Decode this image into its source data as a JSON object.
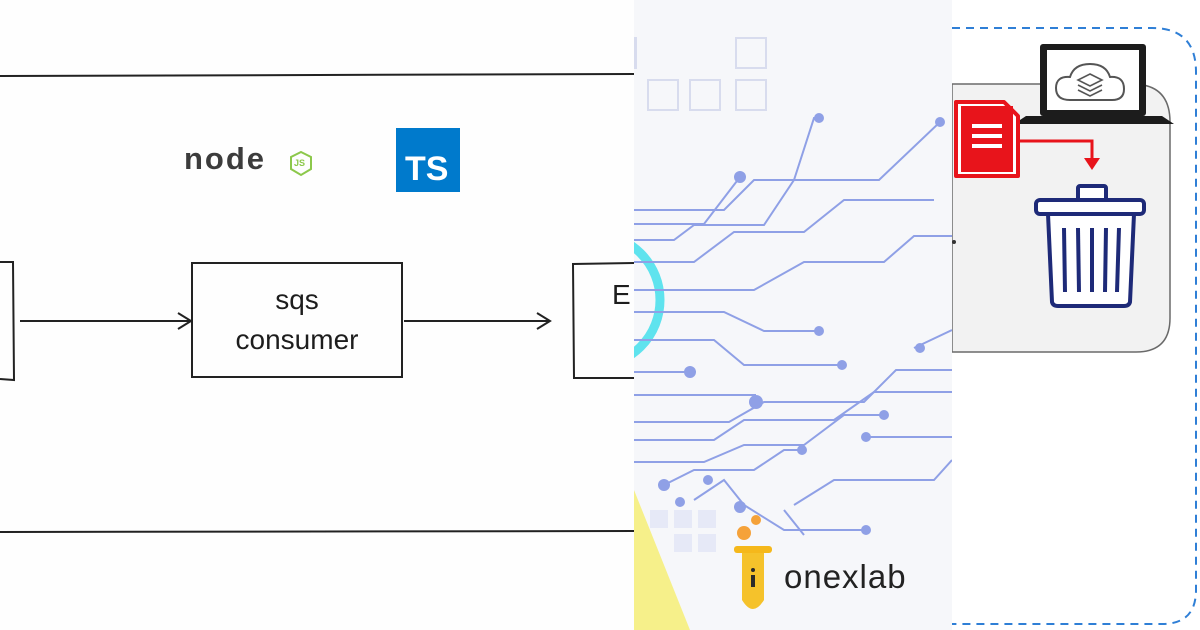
{
  "left_panel": {
    "node_logo": {
      "text": "node",
      "badge": "JS",
      "color": "#3c3c3c",
      "accent": "#8cc84b"
    },
    "ts_logo": {
      "text": "TS",
      "bg": "#007acc"
    },
    "consumer_box": {
      "line1": "sqs",
      "line2": "consumer"
    },
    "right_box_label": "E"
  },
  "middle_panel": {
    "brand": {
      "name": "onexlab",
      "icon": "test-tube-icon",
      "accent": "#f5b81b"
    },
    "circuit_color": "#8fa0e6",
    "ring_color": "#5fe3ee"
  },
  "right_panel": {
    "icons": [
      "laptop-cloud-icon",
      "document-icon",
      "arrow-down-icon",
      "trash-icon"
    ],
    "document_color": "#e8141b",
    "trash_color": "#1e2a78",
    "dashed_border_color": "#2f7fd6"
  }
}
